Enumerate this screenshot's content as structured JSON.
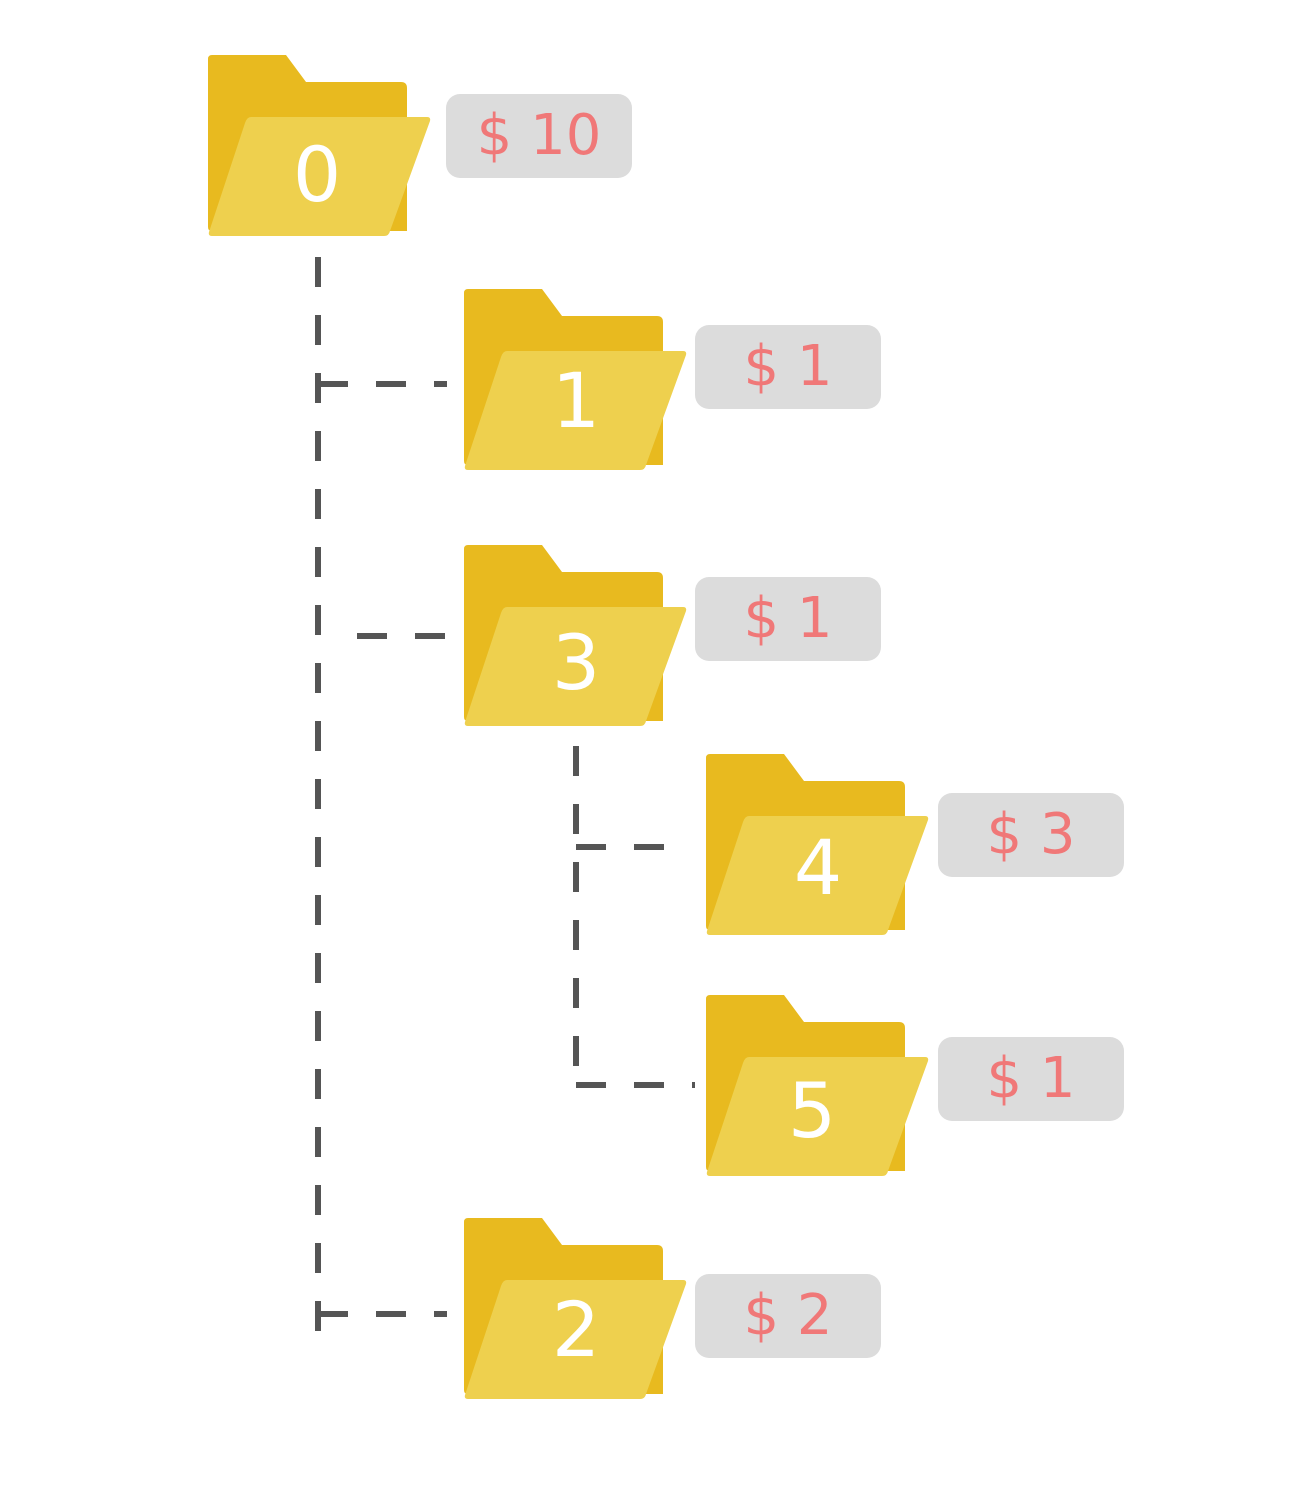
{
  "colors": {
    "folder_back": "#E8BA1F",
    "folder_front": "#EED04E",
    "folder_label": "#FFFFFF",
    "badge_background": "#DCDCDC",
    "badge_text": "#F07878",
    "connector": "#555555"
  },
  "icon": "folder-open-icon",
  "tree": {
    "root": {
      "label": "0",
      "cost": "$ 10",
      "children": [
        {
          "label": "1",
          "cost": "$ 1"
        },
        {
          "label": "3",
          "cost": "$ 1",
          "children": [
            {
              "label": "4",
              "cost": "$ 3"
            },
            {
              "label": "5",
              "cost": "$ 1"
            }
          ]
        },
        {
          "label": "2",
          "cost": "$ 2"
        }
      ]
    }
  },
  "nodes": {
    "n0": {
      "label": "0",
      "cost": "$ 10"
    },
    "n1": {
      "label": "1",
      "cost": "$ 1"
    },
    "n3": {
      "label": "3",
      "cost": "$ 1"
    },
    "n4": {
      "label": "4",
      "cost": "$ 3"
    },
    "n5": {
      "label": "5",
      "cost": "$ 1"
    },
    "n2": {
      "label": "2",
      "cost": "$ 2"
    }
  }
}
